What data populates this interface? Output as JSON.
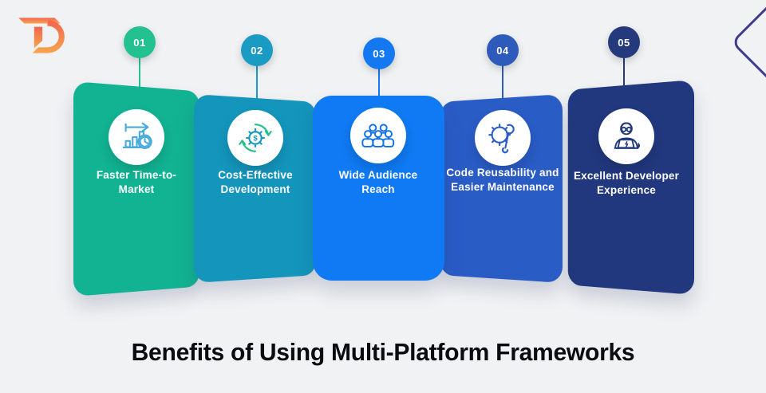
{
  "brand": {
    "logo_text": "TD",
    "logo_gradient_top": "#F26450",
    "logo_gradient_bottom": "#F7A44D"
  },
  "title": "Benefits of Using Multi-Platform Frameworks",
  "decor": {
    "diamond_border_color": "#3D3D8F"
  },
  "colors": {
    "background": "#F1F2F4",
    "title_text": "#0B0B10",
    "card_text": "#FFFFFF"
  },
  "cards": [
    {
      "number": "01",
      "label": "Faster Time-to-Market",
      "card_color": "#11B392",
      "badge_color": "#22C18F",
      "icon": "growth-clock-icon",
      "icon_color": "#49ABDB",
      "icon_color2": "#49ABDB"
    },
    {
      "number": "02",
      "label": "Cost-Effective Development",
      "card_color": "#1495BC",
      "badge_color": "#1A9BC4",
      "icon": "cost-cycle-icon",
      "icon_color": "#1898BE",
      "icon_color2": "#22BF90"
    },
    {
      "number": "03",
      "label": "Wide Audience Reach",
      "card_color": "#0F7AF3",
      "badge_color": "#1478F0",
      "icon": "audience-icon",
      "icon_color": "#1070E8",
      "icon_color2": "#1070E8"
    },
    {
      "number": "04",
      "label": "Code Reusability and Easier Maintenance",
      "card_color": "#2A5CC6",
      "badge_color": "#2E5ABC",
      "icon": "gear-wrench-icon",
      "icon_color": "#2A5CC6",
      "icon_color2": "#2A5CC6"
    },
    {
      "number": "05",
      "label": "Excellent Developer Experience",
      "card_color": "#21387E",
      "badge_color": "#243A7C",
      "icon": "developer-icon",
      "icon_color": "#22397F",
      "icon_color2": "#22397F"
    }
  ]
}
